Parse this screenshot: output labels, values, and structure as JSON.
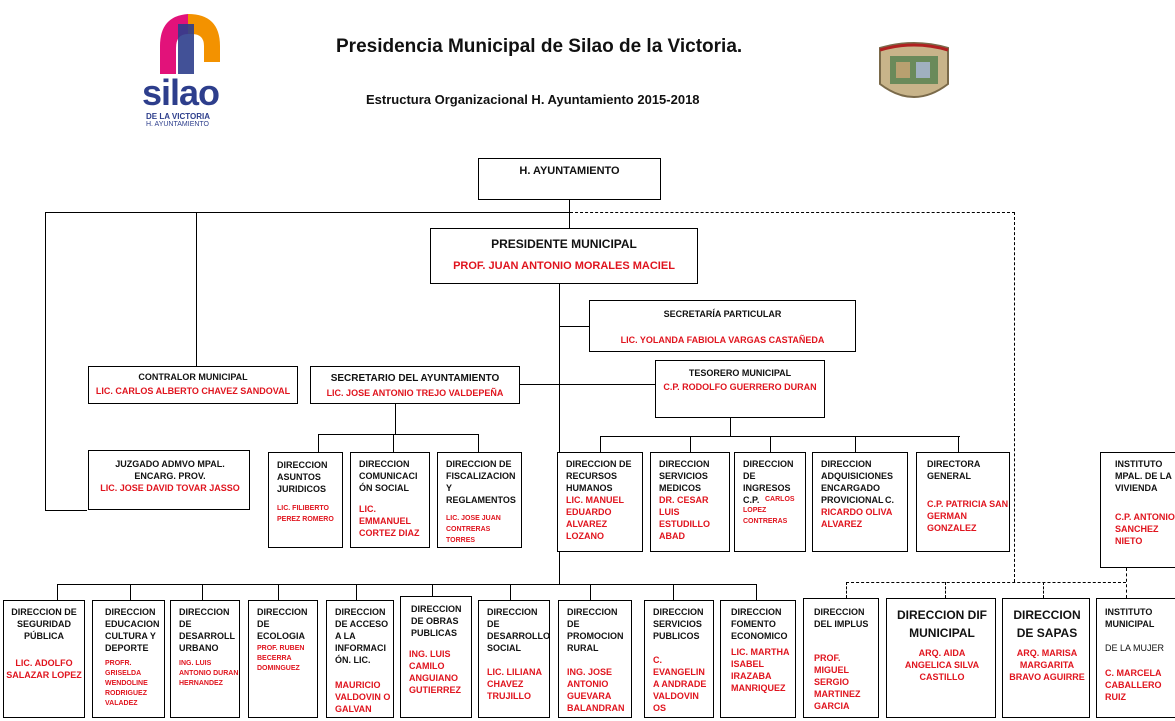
{
  "header": {
    "title": "Presidencia Municipal de Silao de la Victoria.",
    "subtitle": "Estructura Organizacional H. Ayuntamiento 2015-2018",
    "logo": {
      "word": "silao",
      "line1": "DE LA VICTORIA",
      "line2": "H. AYUNTAMIENTO"
    },
    "seal_icon": "municipal-seal"
  },
  "colors": {
    "name_red": "#e0141e",
    "line": "#000000",
    "logo_blue": "#2d3e8c",
    "logo_pink": "#e2127a",
    "logo_orange": "#f39200"
  },
  "nodes": {
    "ayuntamiento": {
      "title": "H. AYUNTAMIENTO"
    },
    "presidente": {
      "title": "PRESIDENTE  MUNICIPAL",
      "name": "PROF. JUAN ANTONIO MORALES MACIEL"
    },
    "secretaria_particular": {
      "title": "SECRETARÍA PARTICULAR",
      "name": "LIC. YOLANDA FABIOLA VARGAS CASTAÑEDA"
    },
    "contralor": {
      "title": "CONTRALOR  MUNICIPAL",
      "name": "LIC. CARLOS ALBERTO CHAVEZ  SANDOVAL"
    },
    "secretario": {
      "title": "SECRETARIO DEL AYUNTAMIENTO",
      "name": "LIC. JOSE ANTONIO TREJO VALDEPEÑA"
    },
    "tesorero": {
      "title": "TESORERO  MUNICIPAL",
      "name": "C.P. RODOLFO GUERRERO DURAN"
    },
    "juzgado": {
      "title": "JUZGADO ADMVO MPAL. ENCARG. PROV.",
      "name": "LIC. JOSE DAVID TOVAR JASSO"
    },
    "asuntos_juridicos": {
      "title": "DIRECCION ASUNTOS JURIDICOS",
      "name": "LIC. FILIBERTO PEREZ ROMERO"
    },
    "comunicacion_social": {
      "title": "DIRECCION COMUNICACI ÓN SOCIAL",
      "name": "LIC. EMMANUEL CORTEZ DIAZ"
    },
    "fiscalizacion": {
      "title": "DIRECCION DE FISCALIZACION Y REGLAMENTOS",
      "name": "LIC. JOSE JUAN CONTRERAS TORRES"
    },
    "recursos_humanos": {
      "title": "DIRECCION DE RECURSOS HUMANOS",
      "name": "LIC. MANUEL EDUARDO ALVAREZ LOZANO"
    },
    "servicios_medicos": {
      "title": "DIRECCION SERVICIOS MEDICOS",
      "name": "DR. CESAR LUIS ESTUDILLO ABAD"
    },
    "ingresos": {
      "title": "DIRECCION DE INGRESOS",
      "prefix": "C.P.",
      "name": "CARLOS LOPEZ CONTRERAS"
    },
    "adquisiciones": {
      "title": "DIRECCION ADQUISICIONES ENCARGADO PROVICIONAL",
      "prefix": "C.",
      "name": "RICARDO OLIVA ALVAREZ"
    },
    "directora_general": {
      "title": "DIRECTORA GENERAL",
      "name": "C.P. PATRICIA SAN GERMAN GONZALEZ"
    },
    "instituto_vivienda": {
      "title": "INSTITUTO MPAL. DE LA VIVIENDA",
      "name": "C.P. ANTONIO SANCHEZ NIETO"
    },
    "seguridad_publica": {
      "title": "DIRECCION DE SEGURIDAD PÚBLICA",
      "name": "LIC. ADOLFO SALAZAR LOPEZ"
    },
    "educacion": {
      "title": "DIRECCION EDUCACION CULTURA Y DEPORTE",
      "name": "PROFR. GRISELDA WENDOLINE RODRIGUEZ VALADEZ"
    },
    "desarrollo_urbano": {
      "title": "DIRECCION DE DESARROLL URBANO",
      "name": "ING. LUIS ANTONIO DURAN HERNANDEZ"
    },
    "ecologia": {
      "title": "DIRECCION DE ECOLOGIA",
      "name": "PROF. RUBEN BECERRA DOMINGUEZ"
    },
    "acceso_informacion": {
      "title": "DIRECCION DE ACCESO A LA INFORMACI ÓN. LIC.",
      "name": "MAURICIO VALDOVIN O GALVAN"
    },
    "obras_publicas": {
      "title": "DIRECCION DE OBRAS PUBLICAS",
      "name": "ING. LUIS CAMILO ANGUIANO GUTIERREZ"
    },
    "desarrollo_social": {
      "title": "DIRECCION DE DESARROLLO SOCIAL",
      "name": "LIC. LILIANA CHAVEZ TRUJILLO"
    },
    "promocion_rural": {
      "title": "DIRECCION DE PROMOCION RURAL",
      "name": "ING. JOSE ANTONIO GUEVARA BALANDRAN"
    },
    "servicios_publicos": {
      "title": "DIRECCION SERVICIOS PUBLICOS",
      "name": "C. EVANGELIN A ANDRADE VALDOVIN OS"
    },
    "fomento_economico": {
      "title": "DIRECCION FOMENTO ECONOMICO",
      "name": "LIC. MARTHA ISABEL IRAZABA MANRIQUEZ"
    },
    "implus": {
      "title": "DIRECCION DEL IMPLUS",
      "name": "PROF. MIGUEL SERGIO MARTINEZ GARCIA"
    },
    "dif": {
      "title": "DIRECCION DIF MUNICIPAL",
      "name": "ARQ. AIDA ANGELICA SILVA CASTILLO"
    },
    "sapas": {
      "title": "DIRECCION DE SAPAS",
      "name": "ARQ. MARISA MARGARITA BRAVO AGUIRRE"
    },
    "instituto_mujer": {
      "title": "INSTITUTO MUNICIPAL",
      "title2": "DE LA  MUJER",
      "name": "C. MARCELA CABALLERO RUIZ"
    }
  }
}
